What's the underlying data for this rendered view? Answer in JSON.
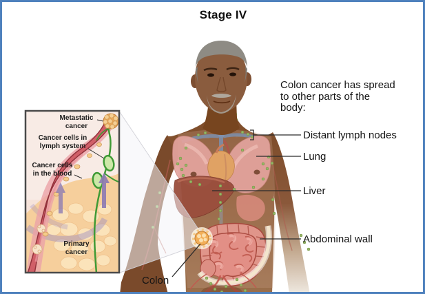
{
  "title": "Stage IV",
  "annotation": {
    "intro": "Colon cancer has spread\nto other parts of the\nbody:",
    "labels": {
      "distant_lymph_nodes": "Distant lymph nodes",
      "lung": "Lung",
      "liver": "Liver",
      "abdominal_wall": "Abdominal wall",
      "colon": "Colon"
    }
  },
  "inset": {
    "labels": {
      "metastatic_cancer": "Metastatic\ncancer",
      "cancer_cells_lymph": "Cancer cells in\nlymph system",
      "cancer_cells_blood": "Cancer cells\nin the blood",
      "primary_cancer": "Primary\ncancer"
    }
  },
  "colors": {
    "frame_border": "#4f81bd",
    "leader_line": "#2b2b2b",
    "skin_brown": "#85522f",
    "lung_pink": "#e4a49e",
    "liver_red_brown": "#9a4e3d",
    "intestine_pink": "#e28f86",
    "lymph_node_green": "#97b565",
    "lymph_vessel_green": "#3f9a35",
    "blood_vessel_red": "#d05f68",
    "tumor_orange": "#f2b25e",
    "arrow_purple": "#8d7cb3",
    "abdominal_wall_cream": "#f3e7cd"
  }
}
